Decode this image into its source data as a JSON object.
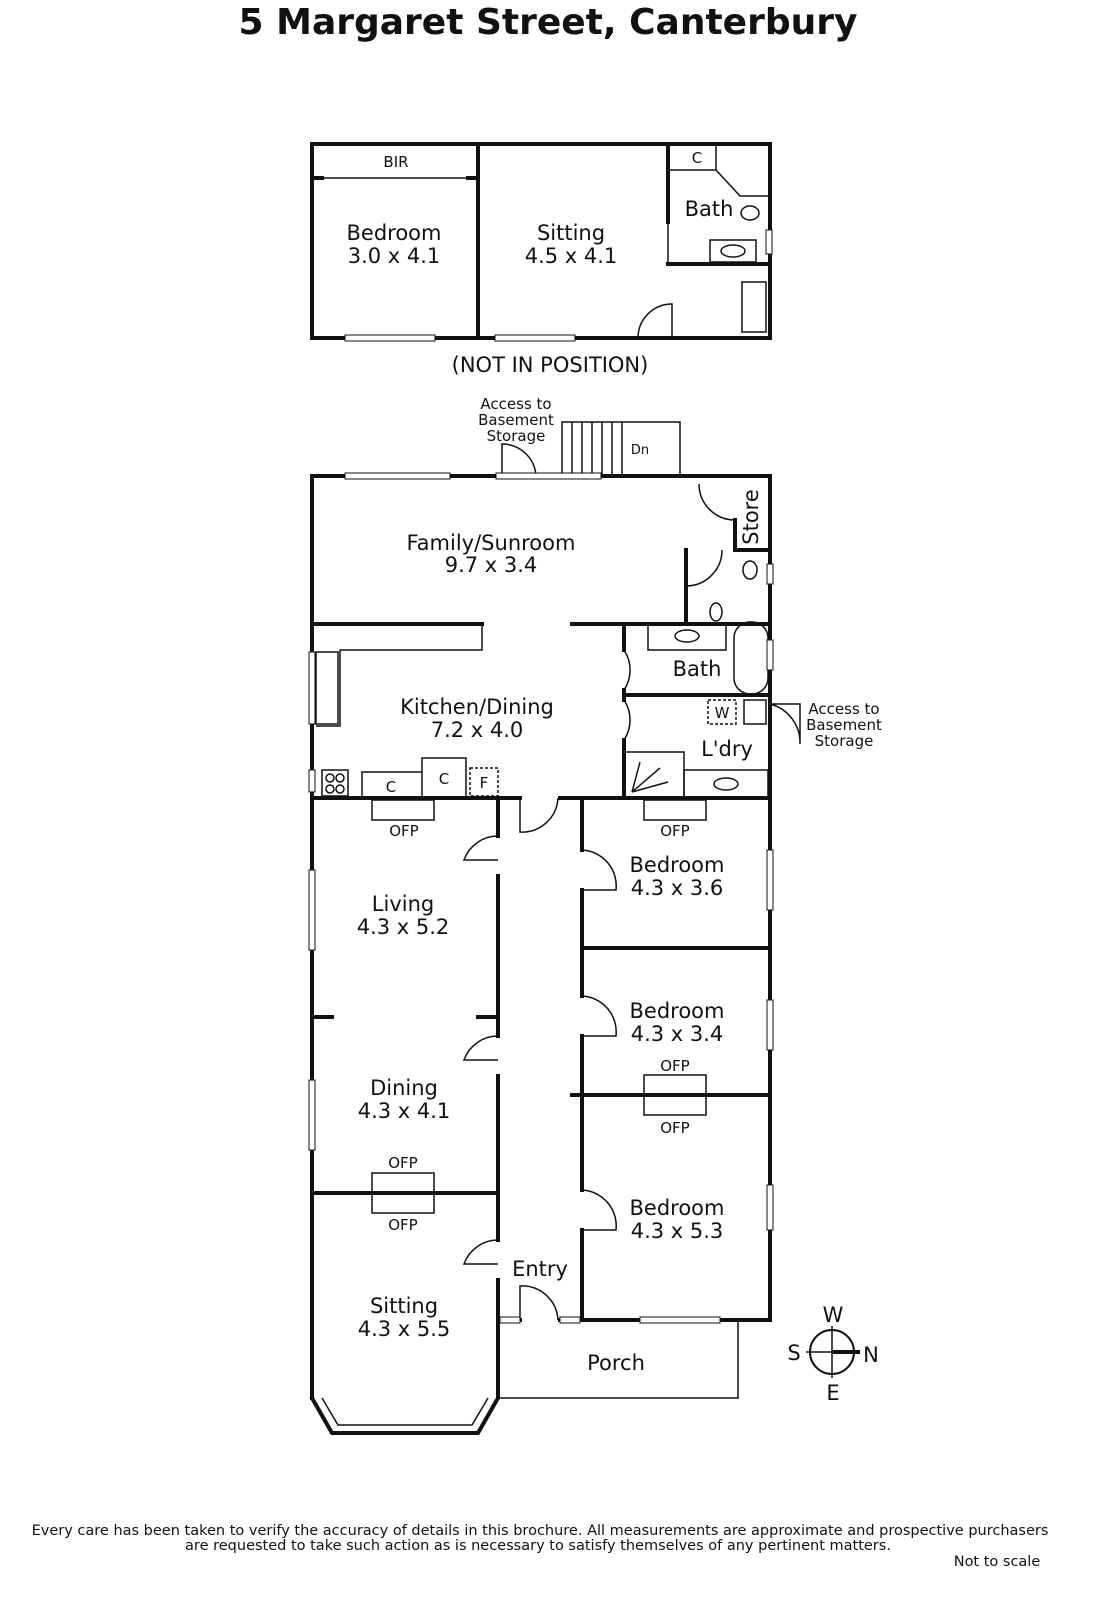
{
  "title": "5 Margaret Street, Canterbury",
  "upper_unit": {
    "note": "(NOT IN POSITION)",
    "rooms": [
      {
        "name": "Bedroom",
        "size": "3.0 x 4.1"
      },
      {
        "name": "Sitting",
        "size": "4.5 x 4.1"
      },
      {
        "name": "Bath",
        "size": ""
      }
    ],
    "labels": {
      "bir": "BIR",
      "cupboard": "C"
    }
  },
  "main_house": {
    "rooms": {
      "family": {
        "name": "Family/Sunroom",
        "size": "9.7 x 3.4"
      },
      "kitchen": {
        "name": "Kitchen/Dining",
        "size": "7.2 x 4.0"
      },
      "living": {
        "name": "Living",
        "size": "4.3 x 5.2"
      },
      "dining": {
        "name": "Dining",
        "size": "4.3 x 4.1"
      },
      "sitting": {
        "name": "Sitting",
        "size": "4.3 x 5.5"
      },
      "bed1": {
        "name": "Bedroom",
        "size": "4.3 x 3.6"
      },
      "bed2": {
        "name": "Bedroom",
        "size": "4.3 x 3.4"
      },
      "bed3": {
        "name": "Bedroom",
        "size": "4.3 x 5.3"
      },
      "bath": {
        "name": "Bath"
      },
      "laundry": {
        "name": "L'dry"
      },
      "store": {
        "name": "Store"
      },
      "entry": {
        "name": "Entry"
      },
      "porch": {
        "name": "Porch"
      }
    },
    "labels": {
      "access_top": [
        "Access to",
        "Basement",
        "Storage"
      ],
      "access_right": [
        "Access to",
        "Basement",
        "Storage"
      ],
      "down": "Dn",
      "ofp": "OFP",
      "cupboard": "C",
      "fridge": "F",
      "washer": "W"
    }
  },
  "compass": {
    "n": "N",
    "s": "S",
    "e": "E",
    "w": "W"
  },
  "footer": {
    "disclaimer_line1": "Every care has been taken to verify the accuracy of details in this brochure.  All measurements are approximate and prospective purchasers",
    "disclaimer_line2": "are requested to take such action as is necessary to satisfy themselves of any pertinent matters.",
    "not_to_scale": "Not to scale"
  }
}
